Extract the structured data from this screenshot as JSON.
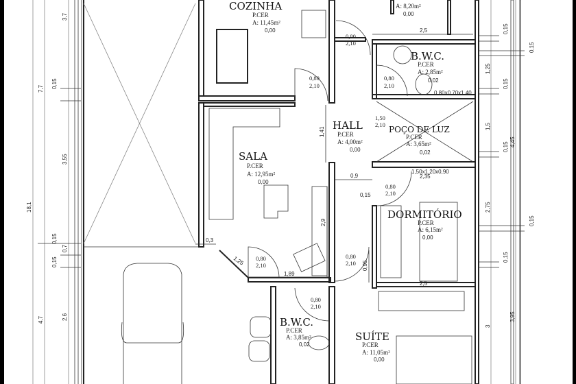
{
  "rooms": [
    {
      "name": "COZINHA",
      "floor": "P.CER",
      "area": "A: 11,45m²",
      "level": "0,00"
    },
    {
      "name": "SALA",
      "floor": "P.CER",
      "area": "A: 12,95m²",
      "level": "0,00"
    },
    {
      "name": "HALL",
      "floor": "P.CER",
      "area": "A: 4,00m²",
      "level": "0,00"
    },
    {
      "name": "B.W.C.",
      "floor": "P.CER",
      "area": "A: 2,85m²",
      "level": "0,02"
    },
    {
      "name": "POÇO DE LUZ",
      "floor": "P.CER",
      "area": "A: 3,65m²",
      "level": "0,02"
    },
    {
      "name": "DORMITÓRIO",
      "floor": "P.CER",
      "area": "A: 6,15m²",
      "level": "0,00"
    },
    {
      "name": "B.W.C.",
      "floor": "P.CER",
      "area": "A: 3,85m²",
      "level": "0,02"
    },
    {
      "name": "SUÍTE",
      "floor": "P.CER",
      "area": "A: 11,05m²",
      "level": "0,00"
    },
    {
      "name": "",
      "floor": "",
      "area": "A: 8,20m²",
      "level": "0,00"
    }
  ],
  "doors": {
    "top": "0,80",
    "bottom": "2,10",
    "wide_top": "1,50",
    "wide_bottom": "2,10"
  },
  "windows": [
    "0,80x0,70x1,40",
    "1,50x1,20x0,90"
  ],
  "dimensions": {
    "left_total": "18,1",
    "left_mid": [
      "7,7",
      "4,7"
    ],
    "left_inner": [
      "3,7",
      "3,55",
      "0,7",
      "2,6"
    ],
    "left_walls": [
      "0,15",
      "0,15",
      "0,15"
    ],
    "right_inner": [
      "1,25",
      "1,5",
      "2,75",
      "3"
    ],
    "right_outer": [
      "4,45",
      "3,95"
    ],
    "right_walls": [
      "0,15",
      "0,15",
      "0,15",
      "0,15",
      "0,15",
      "0,15"
    ],
    "interior": {
      "top_width": "2,5",
      "hall_h": "1,41",
      "hall_w": "0,9",
      "dorm_w": "2,35",
      "wall": "0,15",
      "sala_h": "2,9",
      "sill": "0,3",
      "diag": "1,25",
      "sala_w": "1,89",
      "dorm_d": "0,95",
      "dorm_bottom": "2,5"
    }
  }
}
